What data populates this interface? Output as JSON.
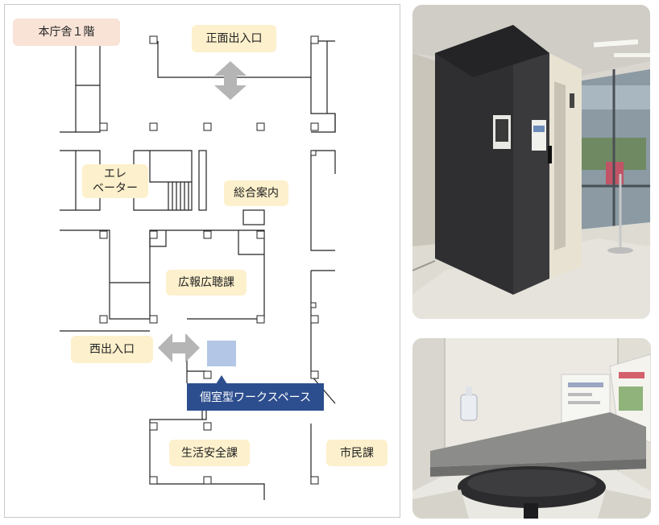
{
  "map": {
    "floor_label": "本庁舎１階",
    "labels": {
      "front_entrance": "正面出入口",
      "elevator": "エレ\nベーター",
      "information": "総合案内",
      "public_relations": "広報広聴課",
      "west_entrance": "西出入口",
      "workspace": "個室型ワークスペース",
      "life_safety": "生活安全課",
      "citizens": "市民課"
    }
  },
  "photos": {
    "booth": "booth-exterior-photo",
    "desk": "booth-interior-photo"
  },
  "colors": {
    "label_bg": "#fdf0cc",
    "floor_label_bg": "#f8e3d6",
    "callout": "#2d4e8e",
    "marker": "#b3c6e6",
    "arrow": "#b5b5b5"
  }
}
